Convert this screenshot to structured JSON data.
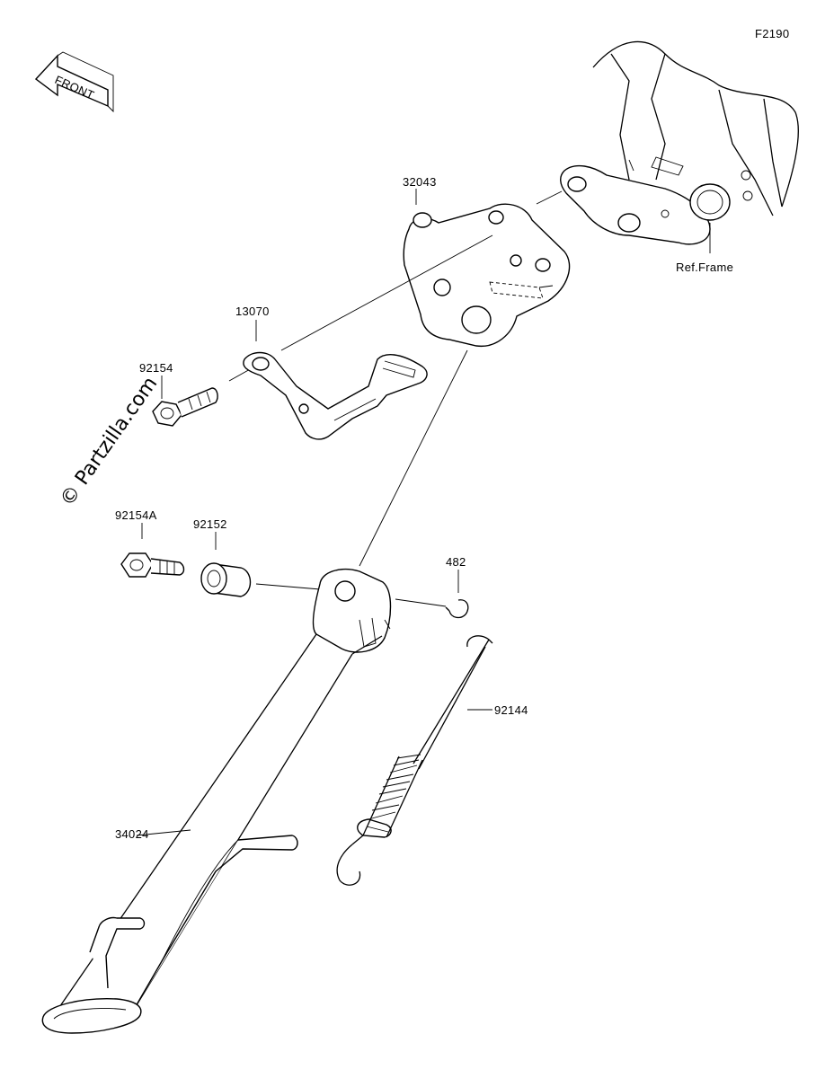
{
  "figure_code": "F2190",
  "front_arrow_text": "FRONT",
  "watermark": "© Partzilla.com",
  "labels": {
    "p32043": "32043",
    "ref_frame": "Ref.Frame",
    "p13070": "13070",
    "p92154": "92154",
    "p92154A": "92154A",
    "p92152": "92152",
    "p482": "482",
    "p92144": "92144",
    "p34024": "34024"
  }
}
